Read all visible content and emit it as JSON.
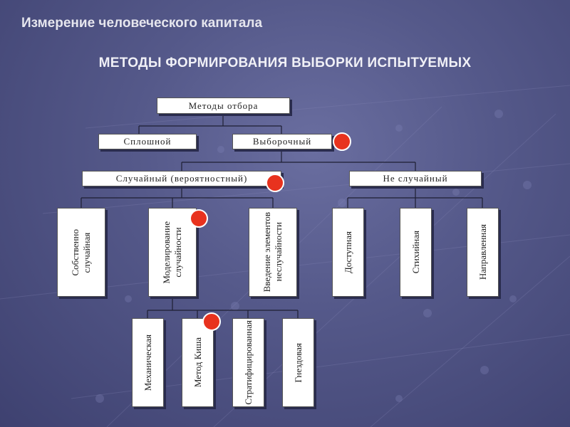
{
  "header": {
    "title": "Измерение человеческого капитала",
    "subtitle": "МЕТОДЫ ФОРМИРОВАНИЯ ВЫБОРКИ ИСПЫТУЕМЫХ"
  },
  "diagram": {
    "root": "Методы отбора",
    "level1": {
      "continuous": "Сплошной",
      "sampling": "Выборочный"
    },
    "level2": {
      "random": "Случайный (вероятностный)",
      "nonrandom": "Не случайный"
    },
    "random_methods": {
      "proper_random": [
        "Собственно",
        "случайная"
      ],
      "modeling_random": [
        "Моделирование",
        "случайности"
      ],
      "nonrandom_elements": [
        "Введение элементов",
        "неслучайности"
      ]
    },
    "nonrandom_methods": {
      "accessible": "Доступная",
      "spontaneous": "Стихийная",
      "directed": "Направленная"
    },
    "modeling_methods": {
      "mechanical": "Механическая",
      "kish": "Метод Киша",
      "stratified": "Стратифицированная",
      "cluster": "Гнездовая"
    }
  },
  "colors": {
    "background": "#55598a",
    "node_fill": "#ffffff",
    "marker": "#e8321e",
    "title_text": "#f0f0f6"
  }
}
